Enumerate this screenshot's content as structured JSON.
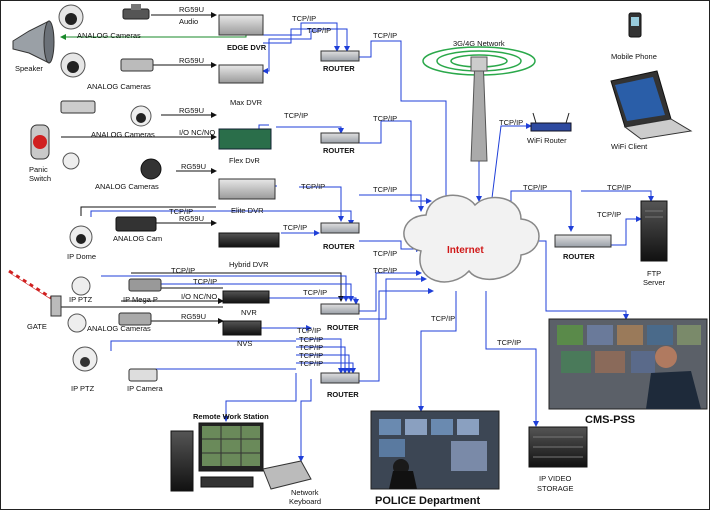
{
  "devices": {
    "speaker": "Speaker",
    "analog_cam_1": "ANALOG Cameras",
    "analog_cam_2": "ANALOG Cameras",
    "analog_cam_3": "ANALOG Cameras",
    "analog_cam_4": "ANALOG Cameras",
    "analog_cam_5": "ANALOG Cam",
    "analog_cam_6": "ANALOG Cameras",
    "panic_switch_1": "Panic",
    "panic_switch_2": "Switch",
    "edge_dvr": "EDGE DVR",
    "max_dvr": "Max DVR",
    "flex_dvr": "Flex DvR",
    "elite_dvr": "Elite DVR",
    "hybrid_dvr": "Hybrid DVR",
    "nvr": "NVR",
    "nvs": "NVS",
    "ip_dome": "IP Dome",
    "ip_ptz_1": "IP PTZ",
    "ip_mega_p": "IP Mega P",
    "gate": "GATE",
    "ip_ptz_2": "IP PTZ",
    "ip_camera": "IP Camera",
    "router": "ROUTER",
    "network_3g4g": "3G/4G Network",
    "wifi_router": "WiFi Router",
    "mobile_phone": "Mobile Phone",
    "wifi_client": "WiFi Client",
    "ftp_server_1": "FTP",
    "ftp_server_2": "Server",
    "internet": "Internet",
    "cms_pss": "CMS-PSS",
    "police": "POLICE Department",
    "ip_video_storage_1": "IP VIDEO",
    "ip_video_storage_2": "STORAGE",
    "remote_ws": "Remote Work Station",
    "network_keyboard_1": "Network",
    "network_keyboard_2": "Keyboard"
  },
  "links": {
    "rg59u": "RG59U",
    "audio": "Audio",
    "tcpip": "TCP/IP",
    "io_nc_no": "I/O NC/NO"
  },
  "colors": {
    "tcpip_line": "#1f3fd8",
    "coax_line": "#111111",
    "audio_line": "#1a8a2a",
    "internet_text": "#d01818",
    "panic": "#d02020"
  }
}
